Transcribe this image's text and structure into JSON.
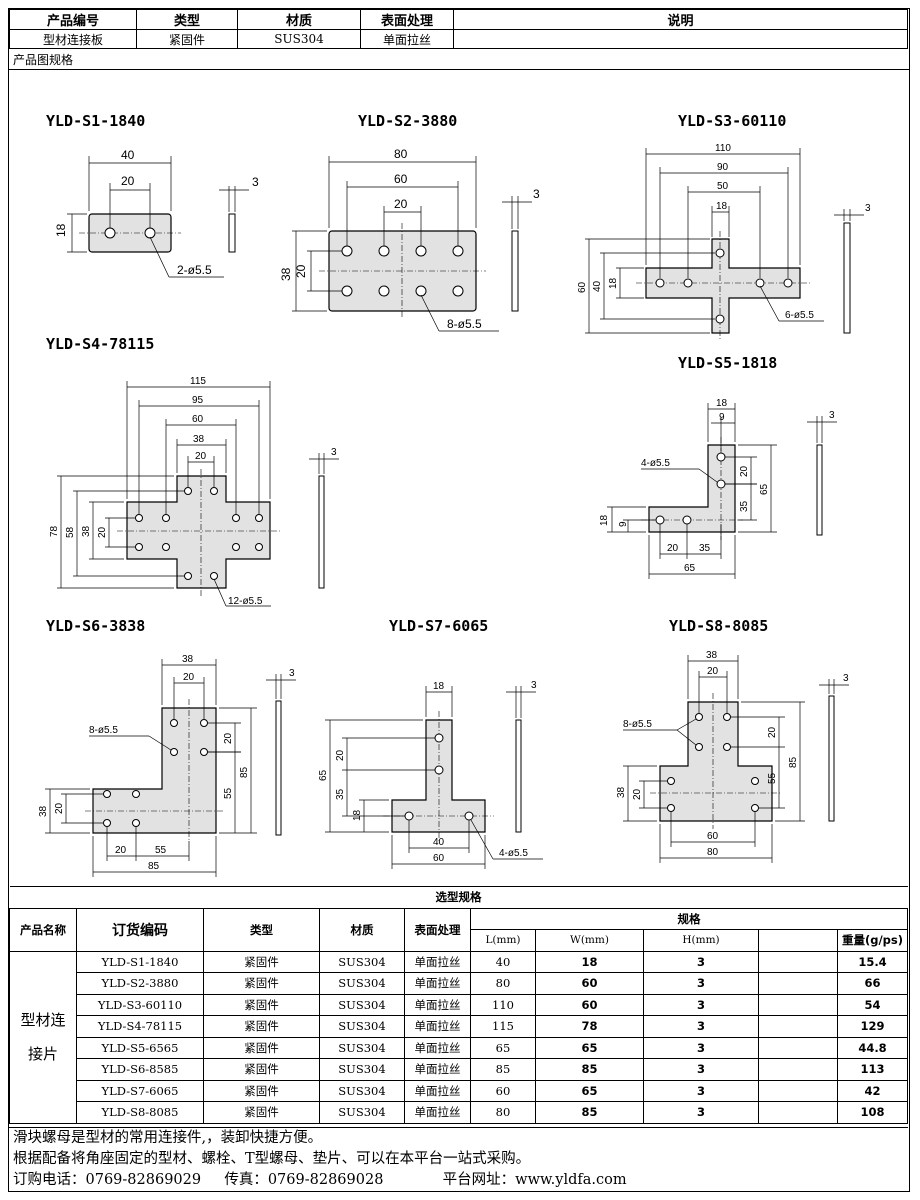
{
  "header": {
    "col_product_no": "产品编号",
    "col_type": "类型",
    "col_material": "材质",
    "col_surface": "表面处理",
    "col_desc": "说明",
    "val_product_no": "型材连接板",
    "val_type": "紧固件",
    "val_material": "SUS304",
    "val_surface": "单面拉丝",
    "val_desc": ""
  },
  "drawing_caption": "产品图规格",
  "parts": [
    {
      "title": "YLD-S1-1840",
      "dims": [
        "40",
        "20",
        "18",
        "3",
        "2-ø5.5"
      ]
    },
    {
      "title": "YLD-S2-3880",
      "dims": [
        "80",
        "60",
        "20",
        "38",
        "20",
        "3",
        "8-ø5.5"
      ]
    },
    {
      "title": "YLD-S3-60110",
      "dims": [
        "110",
        "90",
        "50",
        "18",
        "60",
        "40",
        "18",
        "3",
        "6-ø5.5"
      ]
    },
    {
      "title": "YLD-S4-78115",
      "dims": [
        "115",
        "95",
        "60",
        "38",
        "20",
        "78",
        "58",
        "38",
        "20",
        "3",
        "12-ø5.5"
      ]
    },
    {
      "title": "YLD-S5-1818",
      "dims": [
        "18",
        "9",
        "4-ø5.5",
        "20",
        "65",
        "35",
        "18",
        "9",
        "20",
        "35",
        "65",
        "3"
      ]
    },
    {
      "title": "YLD-S6-3838",
      "dims": [
        "38",
        "20",
        "8-ø5.5",
        "20",
        "85",
        "55",
        "38",
        "20",
        "20",
        "55",
        "85",
        "3"
      ]
    },
    {
      "title": "YLD-S7-6065",
      "dims": [
        "18",
        "65",
        "20",
        "35",
        "18",
        "40",
        "60",
        "4-ø5.5",
        "3"
      ]
    },
    {
      "title": "YLD-S8-8085",
      "dims": [
        "38",
        "20",
        "8-ø5.5",
        "20",
        "85",
        "55",
        "38",
        "20",
        "60",
        "80",
        "3"
      ]
    }
  ],
  "spec": {
    "title": "选型规格",
    "col_name": "产品名称",
    "col_code": "订货编码",
    "col_type": "类型",
    "col_material": "材质",
    "col_surface": "表面处理",
    "col_spec": "规格",
    "col_L": "L(mm)",
    "col_W": "W(mm)",
    "col_H": "H(mm)",
    "col_blank": "",
    "col_weight": "重量(g/ps)",
    "product_name": "型材连接片",
    "rows": [
      {
        "code": "YLD-S1-1840",
        "type": "紧固件",
        "material": "SUS304",
        "surface": "单面拉丝",
        "L": "40",
        "W": "18",
        "H": "3",
        "weight": "15.4"
      },
      {
        "code": "YLD-S2-3880",
        "type": "紧固件",
        "material": "SUS304",
        "surface": "单面拉丝",
        "L": "80",
        "W": "60",
        "H": "3",
        "weight": "66"
      },
      {
        "code": "YLD-S3-60110",
        "type": "紧固件",
        "material": "SUS304",
        "surface": "单面拉丝",
        "L": "110",
        "W": "60",
        "H": "3",
        "weight": "54"
      },
      {
        "code": "YLD-S4-78115",
        "type": "紧固件",
        "material": "SUS304",
        "surface": "单面拉丝",
        "L": "115",
        "W": "78",
        "H": "3",
        "weight": "129"
      },
      {
        "code": "YLD-S5-6565",
        "type": "紧固件",
        "material": "SUS304",
        "surface": "单面拉丝",
        "L": "65",
        "W": "65",
        "H": "3",
        "weight": "44.8"
      },
      {
        "code": "YLD-S6-8585",
        "type": "紧固件",
        "material": "SUS304",
        "surface": "单面拉丝",
        "L": "85",
        "W": "85",
        "H": "3",
        "weight": "113"
      },
      {
        "code": "YLD-S7-6065",
        "type": "紧固件",
        "material": "SUS304",
        "surface": "单面拉丝",
        "L": "60",
        "W": "65",
        "H": "3",
        "weight": "42"
      },
      {
        "code": "YLD-S8-8085",
        "type": "紧固件",
        "material": "SUS304",
        "surface": "单面拉丝",
        "L": "80",
        "W": "85",
        "H": "3",
        "weight": "108"
      }
    ]
  },
  "notes": {
    "line1": "滑块螺母是型材的常用连接件,，装卸快捷方便。",
    "line2": "根据配备将角座固定的型材、螺栓、T型螺母、垫片、可以在本平台一站式采购。",
    "phone": "订购电话：0769-82869029",
    "fax": "传真：0769-82869028",
    "site": "平台网址：www.yldfa.com"
  }
}
